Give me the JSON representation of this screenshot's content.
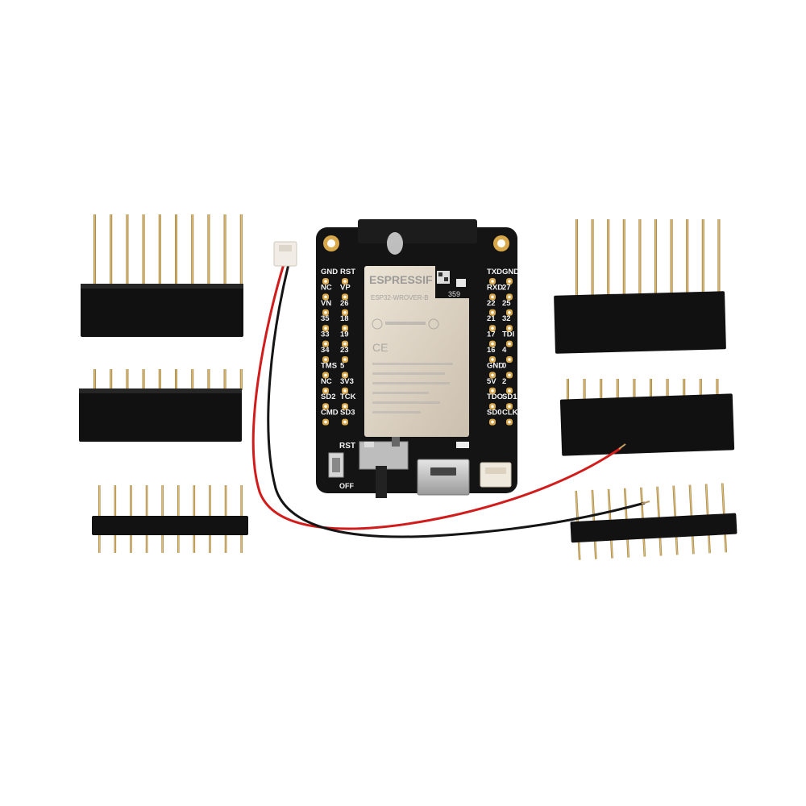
{
  "board": {
    "left_pins": [
      [
        "GND",
        "RST"
      ],
      [
        "NC",
        "VP"
      ],
      [
        "VN",
        "26"
      ],
      [
        "35",
        "18"
      ],
      [
        "33",
        "19"
      ],
      [
        "34",
        "23"
      ],
      [
        "TMS",
        "5"
      ],
      [
        "NC",
        "3V3"
      ],
      [
        "SD2",
        "TCK"
      ],
      [
        "CMD",
        "SD3"
      ]
    ],
    "right_pins": [
      [
        "TXD",
        "GND"
      ],
      [
        "RXD",
        "27"
      ],
      [
        "22",
        "25"
      ],
      [
        "21",
        "32"
      ],
      [
        "17",
        "TDI"
      ],
      [
        "16",
        "4"
      ],
      [
        "GND",
        "0"
      ],
      [
        "5V",
        "2"
      ],
      [
        "TDO",
        "SD1"
      ],
      [
        "SD0",
        "CLK"
      ]
    ],
    "rst_label": "RST",
    "off_label": "OFF",
    "module_brand": "ESPRESSIF",
    "module_model": "ESP32-WROVER-B",
    "module_code": "359",
    "module_ce": "CE"
  },
  "colors": {
    "pcb": "#141414",
    "gold": "#d8a84a",
    "module_shield": "#d9cfc0",
    "header_body": "#111111",
    "wire_red": "#d21c1c",
    "wire_black": "#151515",
    "connector": "#f1ede6"
  }
}
